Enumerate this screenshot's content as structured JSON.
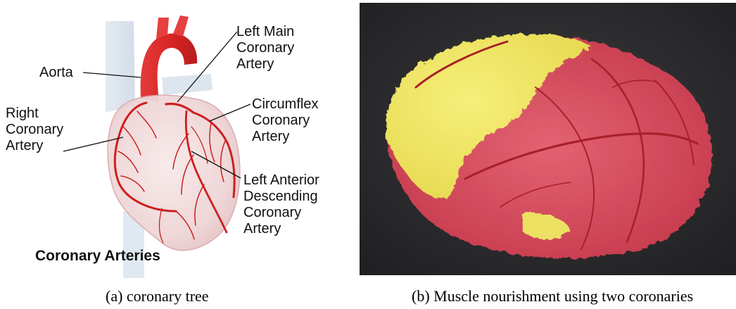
{
  "figure_a": {
    "title": "Coronary Arteries",
    "labels": {
      "left_main": "Left Main\nCoronary\nArtery",
      "aorta": "Aorta",
      "circumflex": "Circumflex\nCoronary\nArtery",
      "right": "Right\nCoronary\nArtery",
      "lad": "Left Anterior\nDescending\nCoronary\nArtery"
    },
    "caption": "(a) coronary tree"
  },
  "figure_b": {
    "caption": "(b) Muscle nourishment using two coronaries"
  },
  "colors": {
    "artery_red": "#cc1f1f",
    "heart_tissue": "#f1d9da",
    "yellow_territory": "#f1e766",
    "red_territory": "#d94e5d",
    "photo_background": "#2b2b2d"
  }
}
